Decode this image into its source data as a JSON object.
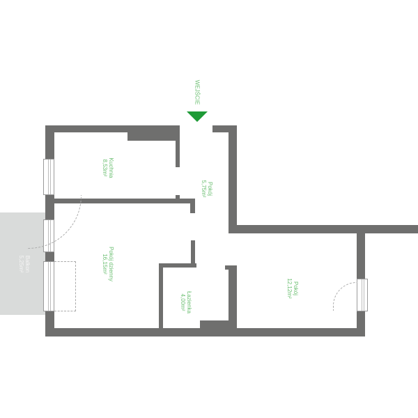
{
  "entrance": {
    "label": "WEJŚCIE",
    "arrow_color": "#1e9a36"
  },
  "rooms": [
    {
      "name": "Kuchnia",
      "area": "8,53m²"
    },
    {
      "name": "Pokój",
      "area": "5,75m²"
    },
    {
      "name": "Pokój dzienny",
      "area": "16,15m²"
    },
    {
      "name": "Łazienka",
      "area": "4,00m²"
    },
    {
      "name": "Pokój",
      "area": "12,12m²"
    },
    {
      "name": "Balkon",
      "area": "5,25m²"
    }
  ],
  "colors": {
    "wall": "#6f6f6e",
    "label": "#6cbf72",
    "balcony": "#d9dbda"
  }
}
